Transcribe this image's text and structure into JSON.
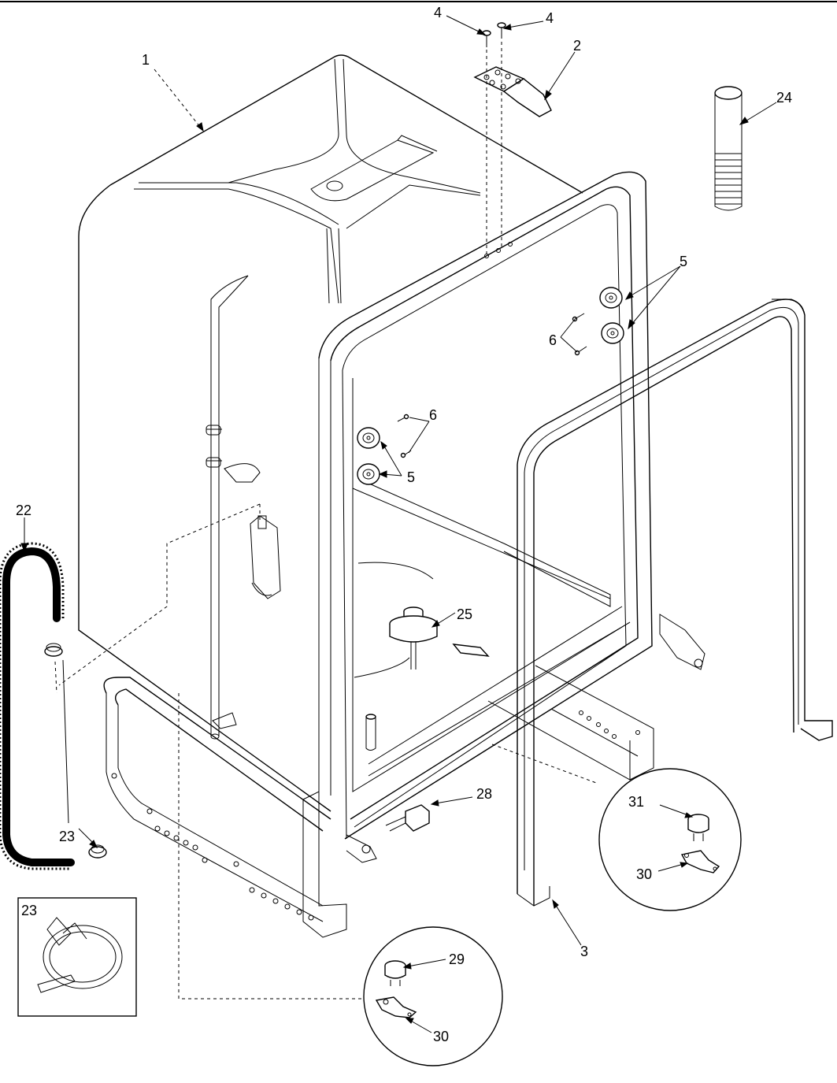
{
  "labels": {
    "tub": "1",
    "bracket": "2",
    "gasket": "3",
    "screw_a": "4",
    "screw_b": "4",
    "roller_upper_right": "5",
    "roller_left": "5",
    "screw_upper_right": "6",
    "screw_left": "6",
    "hose": "22",
    "clamp": "23",
    "clamp_detail": "23",
    "vent_tube": "24",
    "float": "25",
    "switch": "28",
    "detail_a_part": "29",
    "detail_a_clip": "30",
    "detail_b_part": "31",
    "detail_b_clip": "30"
  }
}
